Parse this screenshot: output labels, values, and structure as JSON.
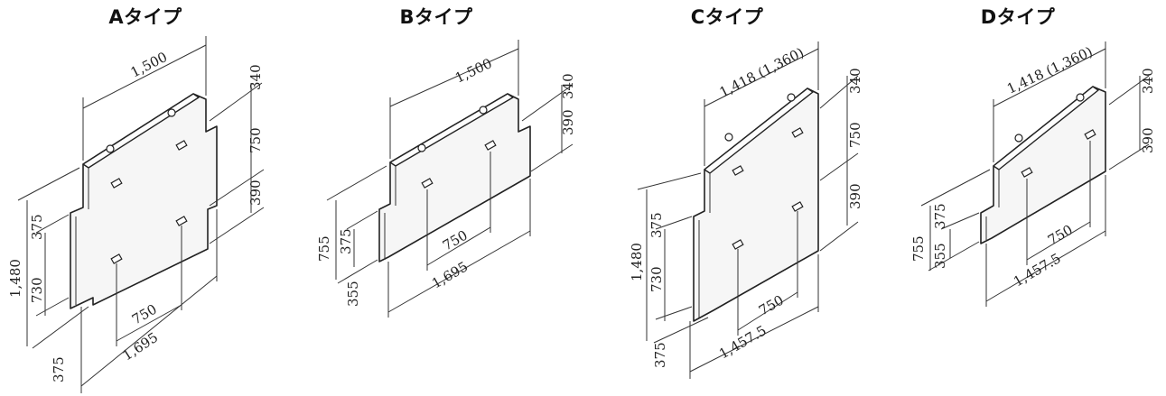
{
  "types": [
    {
      "title": "Aタイプ",
      "dims": {
        "top_width": "1,500",
        "right_top": "340",
        "right_mid": "750",
        "right_bot": "390",
        "left_total": "1,480",
        "left_upper": "375",
        "left_mid": "730",
        "left_lower": "375",
        "bottom_inner": "750",
        "bottom_outer": "1,695"
      }
    },
    {
      "title": "Bタイプ",
      "dims": {
        "top_width": "1,500",
        "right_top": "340",
        "right_bot": "390",
        "left_total": "755",
        "left_upper": "375",
        "left_lower": "355",
        "bottom_inner": "750",
        "bottom_outer": "1,695"
      }
    },
    {
      "title": "Cタイプ",
      "dims": {
        "top_width": "1,418 (1,360)",
        "right_top": "340",
        "right_mid": "750",
        "right_bot": "390",
        "left_total": "1,480",
        "left_upper": "375",
        "left_mid": "730",
        "left_lower": "375",
        "bottom_inner": "750",
        "bottom_outer": "1,457.5"
      }
    },
    {
      "title": "Dタイプ",
      "dims": {
        "top_width": "1,418 (1,360)",
        "right_top": "340",
        "right_bot": "390",
        "left_total": "755",
        "left_upper": "375",
        "left_lower": "355",
        "bottom_inner": "750",
        "bottom_outer": "1,457.5"
      }
    }
  ]
}
